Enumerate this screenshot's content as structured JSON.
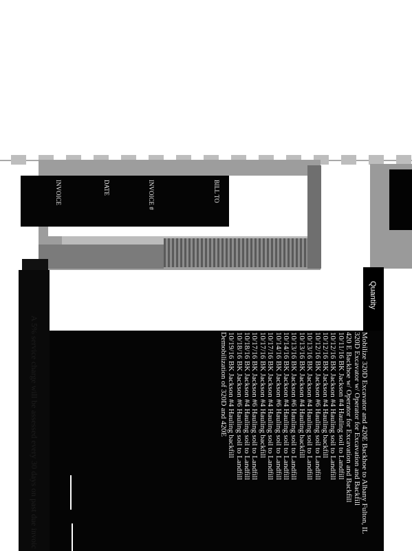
{
  "header": {
    "col_quantity": "Quantity"
  },
  "header_block_lines": [
    "INVOICE",
    "DATE",
    "INVOICE #",
    "BILL TO"
  ],
  "items": [
    "Mobilize 320D Excavator and 420E Backhoe to Albany Fulton, IL",
    "320D Excavator w/ Operator for Excavation and Backfill",
    "420 E Backhoe w/ Operator for Excavation and Backfill",
    "10/11/16 BK Jackson #4 Hauling soil to Landfill",
    "10/12/16 BK Jackson #4 Hauling soil to Landfill",
    "10/12/16 BK Jackson #4 Hauling backfill",
    "10/12/16 BK Jackson #6 Hauling soil to Landfill",
    "10/13/16 BK Jackson #4 Hauling soil to Landfill",
    "10/13/16 BK Jackson #4 Hauling backfill",
    "10/13/16 BK Jackson #6 Hauling soil to Landfill",
    "10/14/16 BK Jackson #4 Hauling soil to Landfill",
    "10/14/16 BK Jackson #6 Hauling soil to Landfill",
    "10/17/16 BK Jackson #4 Hauling soil to Landfill",
    "10/17/16 BK Jackson #4 Hauling backfill",
    "10/17/16 BK Jackson #6 Hauling soil to Landfill",
    "10/18/16 BK Jackson #4 Hauling soil to Landfill",
    "10/18/16 BK Jackson #6 Hauling soil to Landfill",
    "10/19/16 BK Jackson #4 Hauling backfill",
    "Demobilization of 320D and 420E"
  ],
  "footnote": "A 5% service charge will be assessed every 30 days on past due invoic"
}
